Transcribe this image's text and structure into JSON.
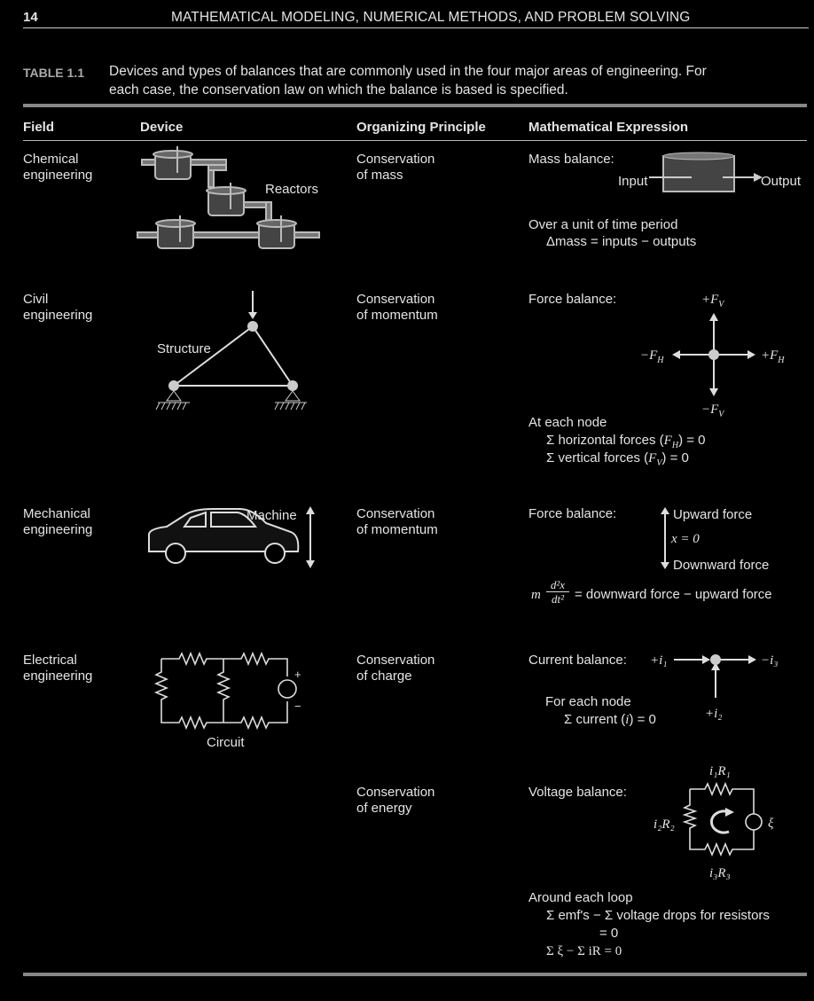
{
  "page": {
    "number": "14",
    "running_title": "MATHEMATICAL MODELING, NUMERICAL METHODS, AND PROBLEM SOLVING"
  },
  "table": {
    "label": "TABLE 1.1",
    "caption_line1": "Devices and types of balances that are commonly used in the four major areas of engineering. For",
    "caption_line2": "each case, the conservation law on which the balance is based is specified.",
    "headers": {
      "field": "Field",
      "device": "Device",
      "principle": "Organizing Principle",
      "expression": "Mathematical Expression"
    },
    "rows": [
      {
        "field_line1": "Chemical",
        "field_line2": "engineering",
        "device_label": "Reactors",
        "principle_line1": "Conservation",
        "principle_line2": "of mass",
        "expr_title": "Mass balance:",
        "input_label": "Input",
        "output_label": "Output",
        "line1": "Over a unit of time period",
        "line2": "Δmass = inputs − outputs"
      },
      {
        "field_line1": "Civil",
        "field_line2": "engineering",
        "device_label": "Structure",
        "principle_line1": "Conservation",
        "principle_line2": "of momentum",
        "expr_title": "Force balance:",
        "fv_plus": "+F",
        "fv_minus": "−F",
        "sub_v": "V",
        "fh_plus": "+F",
        "fh_minus": "−F",
        "sub_h": "H",
        "line1": "At each node",
        "line2a": "Σ horizontal forces (",
        "line2b": ") = 0",
        "line3a": "Σ vertical forces (",
        "line3b": ") = 0"
      },
      {
        "field_line1": "Mechanical",
        "field_line2": "engineering",
        "device_label": "Machine",
        "principle_line1": "Conservation",
        "principle_line2": "of momentum",
        "expr_title": "Force balance:",
        "upward": "Upward force",
        "x_eq": "x = 0",
        "downward": "Downward force",
        "eq_m": "m",
        "eq_num": "d²x",
        "eq_den": "dt²",
        "eq_rest": "= downward force − upward force"
      },
      {
        "field_line1": "Electrical",
        "field_line2": "engineering",
        "device_label": "Circuit",
        "principle_line1": "Conservation",
        "principle_line2": "of charge",
        "expr_title": "Current balance:",
        "i1": "+i₁",
        "i3": "−i₃",
        "i2": "+i₂",
        "line1": "For each node",
        "line2a": "Σ current (",
        "line2b": "i",
        "line2c": ") = 0"
      },
      {
        "principle_line1": "Conservation",
        "principle_line2": "of energy",
        "expr_title": "Voltage balance:",
        "r1": "i₁R₁",
        "r2": "i₂R₂",
        "r3": "i₃R₃",
        "xi": "ξ",
        "line1": "Around each loop",
        "line2": "Σ emf's − Σ voltage drops for resistors",
        "line3": "= 0",
        "line4": "Σ ξ − Σ iR = 0"
      }
    ]
  }
}
